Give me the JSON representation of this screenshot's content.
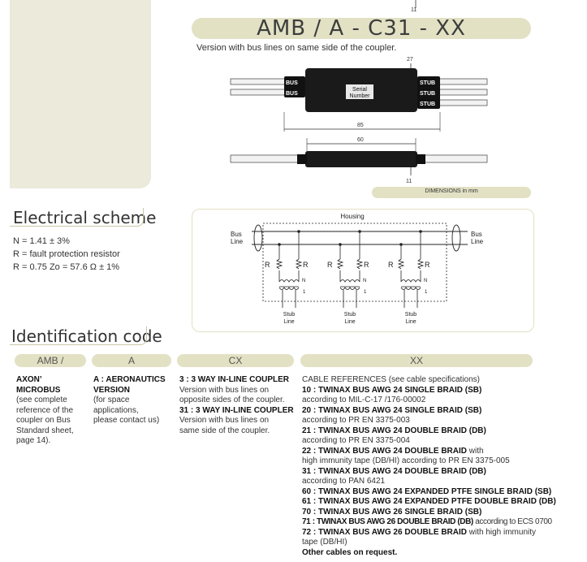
{
  "header": {
    "title": "AMB / A - C31 - XX",
    "subtitle": "Version with bus lines on same side of the coupler.",
    "dimensions_label": "DIMENSIONS in mm"
  },
  "drawing": {
    "top_dim": "11",
    "height_dim": "27",
    "labels_left": [
      "BUS",
      "BUS"
    ],
    "labels_right": [
      "STUB",
      "STUB",
      "STUB"
    ],
    "serial_line1": "Serial",
    "serial_line2": "Number",
    "length_dim": "85",
    "body_dim": "60",
    "side_dim": "11"
  },
  "electrical": {
    "heading": "Electrical scheme",
    "n_line": "N = 1.41 ± 3%",
    "r_line": "R = fault protection resistor",
    "zo_line": "R = 0.75 Zo = 57.6 Ω ± 1%",
    "housing": "Housing",
    "bus_line_left": [
      "Bus",
      "Line"
    ],
    "bus_line_right": [
      "Bus",
      "Line"
    ],
    "r_label": "R",
    "n_label": "N",
    "one_label": "1",
    "stub_line": [
      "Stub",
      "Line"
    ]
  },
  "identification": {
    "heading": "Identification code",
    "columns": [
      "AMB /",
      "A",
      "CX",
      "XX"
    ]
  },
  "col_amb": {
    "l1": "AXON’",
    "l2": "MICROBUS",
    "l3": "(see complete",
    "l4": "reference of the",
    "l5": "coupler on Bus",
    "l6": "Standard sheet,",
    "l7": "page 14)."
  },
  "col_a": {
    "l1": "A : AERONAUTICS",
    "l2": "VERSION",
    "l3": "(for space",
    "l4": "applications,",
    "l5": "please contact us)"
  },
  "col_cx": {
    "c3_title": "3 : 3 WAY IN-LINE COUPLER",
    "c3_l1": "Version with bus lines on",
    "c3_l2": "opposite sides of the coupler.",
    "c31_title": "31 : 3 WAY IN-LINE COUPLER",
    "c31_l1": "Version with bus lines on",
    "c31_l2": "same side of the coupler."
  },
  "col_xx": {
    "intro": "CABLE REFERENCES (see cable specifications)",
    "r10_bold": "10 : TWINAX BUS AWG 24 SINGLE BRAID (SB)",
    "r10_note": "according to MIL-C-17 /176-00002",
    "r20_bold": "20 : TWINAX BUS AWG 24 SINGLE BRAID (SB)",
    "r20_note": "according to PR EN 3375-003",
    "r21_bold": "21 : TWINAX BUS AWG 24 DOUBLE BRAID (DB)",
    "r21_note": "according to PR EN 3375-004",
    "r22_bold": "22 : TWINAX BUS AWG 24 DOUBLE BRAID",
    "r22_tail": " with",
    "r22_note": "high immunity tape (DB/HI) according to PR EN 3375-005",
    "r31_bold": "31 : TWINAX BUS AWG 24 DOUBLE BRAID (DB)",
    "r31_note": "according to PAN 6421",
    "r60_bold": "60 : TWINAX BUS AWG 24 EXPANDED PTFE SINGLE BRAID (SB)",
    "r61_bold": "61 : TWINAX BUS AWG 24 EXPANDED PTFE DOUBLE BRAID (DB)",
    "r70_bold": "70 : TWINAX BUS AWG 26 SINGLE BRAID (SB)",
    "r71_bold": "71 : TWINAX BUS AWG 26 DOUBLE BRAID (DB)",
    "r71_tail": " according to ECS 0700",
    "r72_bold": "72 : TWINAX BUS AWG 26 DOUBLE BRAID",
    "r72_tail": " with high immunity",
    "r72_note": "tape (DB/HI)",
    "other": "Other cables on request."
  }
}
